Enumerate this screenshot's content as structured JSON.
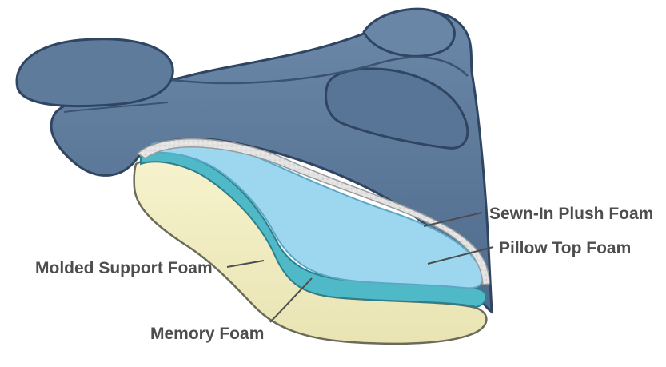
{
  "diagram": {
    "labels": {
      "sewn_in_plush_foam": "Sewn-In Plush Foam",
      "pillow_top_foam": "Pillow Top Foam",
      "molded_support_foam": "Molded Support Foam",
      "memory_foam": "Memory Foam"
    },
    "colors": {
      "shoe_upper": "#5f7b9c",
      "shoe_upper_dark": "#3a5374",
      "shoe_outline": "#2f4562",
      "plush_foam": "#e6e6e6",
      "pillow_top_foam": "#9dd7ef",
      "memory_foam": "#4fb9c7",
      "support_foam": "#f2eec1",
      "label_text": "#4d4d4d"
    }
  }
}
